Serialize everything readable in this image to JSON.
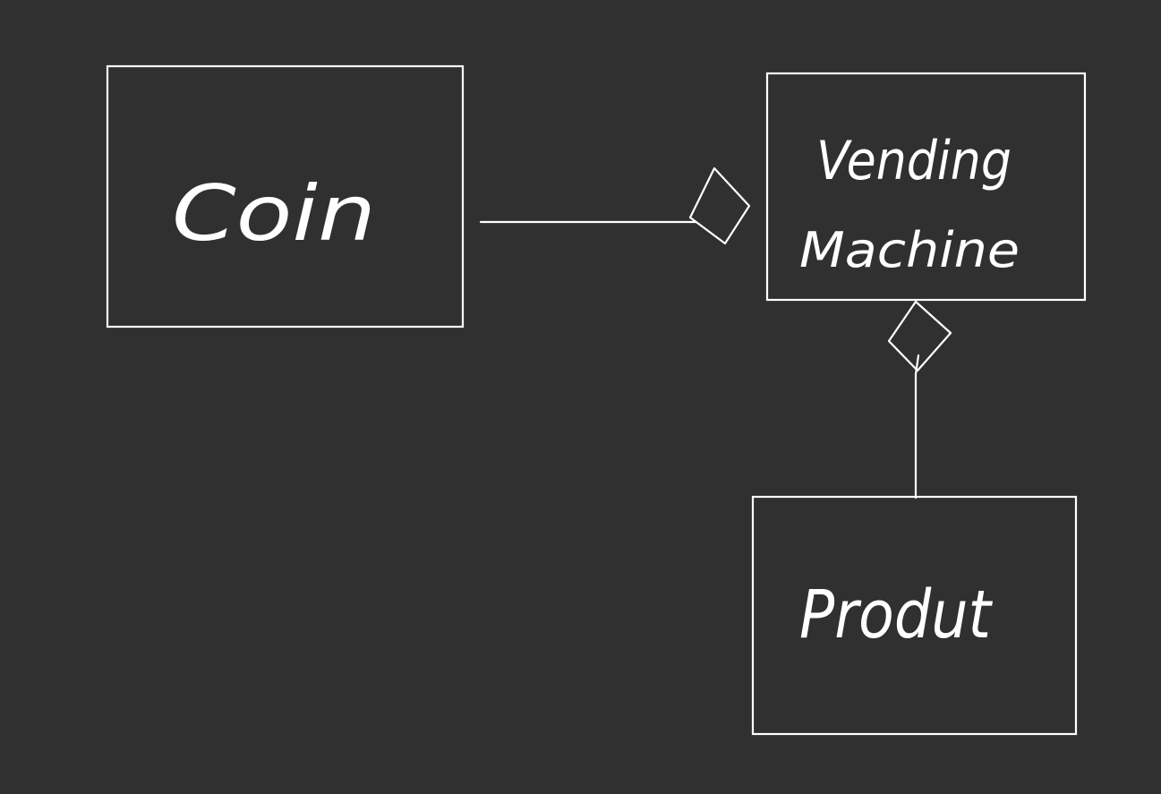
{
  "diagram": {
    "background_color": "#303030",
    "stroke_color": "#ffffff",
    "nodes": {
      "coin": {
        "label": "Coin"
      },
      "vending_machine": {
        "label_line1": "Vending",
        "label_line2": "Machine"
      },
      "product": {
        "label": "Produt"
      }
    },
    "edges": [
      {
        "from": "Coin",
        "to": "Vending Machine",
        "type": "aggregation"
      },
      {
        "from": "Produt",
        "to": "Vending Machine",
        "type": "aggregation"
      }
    ]
  }
}
